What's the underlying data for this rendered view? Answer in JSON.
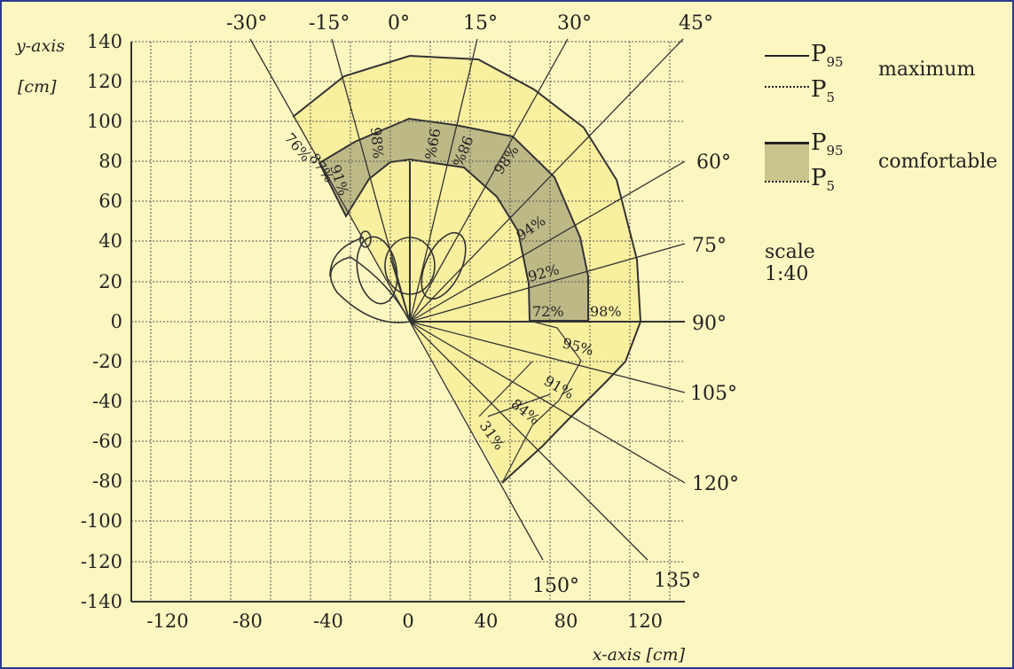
{
  "colors": {
    "background": "#fcf6c0",
    "border": "#2b3a8f",
    "max_zone": "#f8ef9f",
    "comfort_zone": "#bdb987",
    "ink": "#222222"
  },
  "axes": {
    "y_label": "y-axis",
    "y_unit": "[cm]",
    "x_label": "x-axis [cm]",
    "y_ticks": [
      "140",
      "120",
      "100",
      "80",
      "60",
      "40",
      "20",
      "0",
      "-20",
      "-40",
      "-60",
      "-80",
      "-100",
      "-120",
      "-140"
    ],
    "x_ticks": [
      "-120",
      "-80",
      "-40",
      "0",
      "40",
      "80",
      "120"
    ]
  },
  "angle_labels": {
    "a_m30": "-30°",
    "a_m15": "-15°",
    "a_0": "0°",
    "a_15": "15°",
    "a_30": "30°",
    "a_45": "45°",
    "a_60": "60°",
    "a_75": "75°",
    "a_90": "90°",
    "a_105": "105°",
    "a_120": "120°",
    "a_135": "135°",
    "a_150": "150°"
  },
  "percent_labels": {
    "p1": "76%",
    "p2": "87%",
    "p3": "91%",
    "p4": "98%",
    "p5": "99%",
    "p6": "98%",
    "p7": "98%",
    "p8": "94%",
    "p9": "92%",
    "p10": "72%",
    "p11": "98%",
    "p12": "95%",
    "p13": "91%",
    "p14": "84%",
    "p15": "31%"
  },
  "legend": {
    "max_p95_base": "P",
    "max_p95_sub": "95",
    "max_p5_base": "P",
    "max_p5_sub": "5",
    "maximum": "maximum",
    "comf_p95_base": "P",
    "comf_p95_sub": "95",
    "comf_p5_base": "P",
    "comf_p5_sub": "5",
    "comfortable": "comfortable",
    "scale": "scale 1:40"
  }
}
